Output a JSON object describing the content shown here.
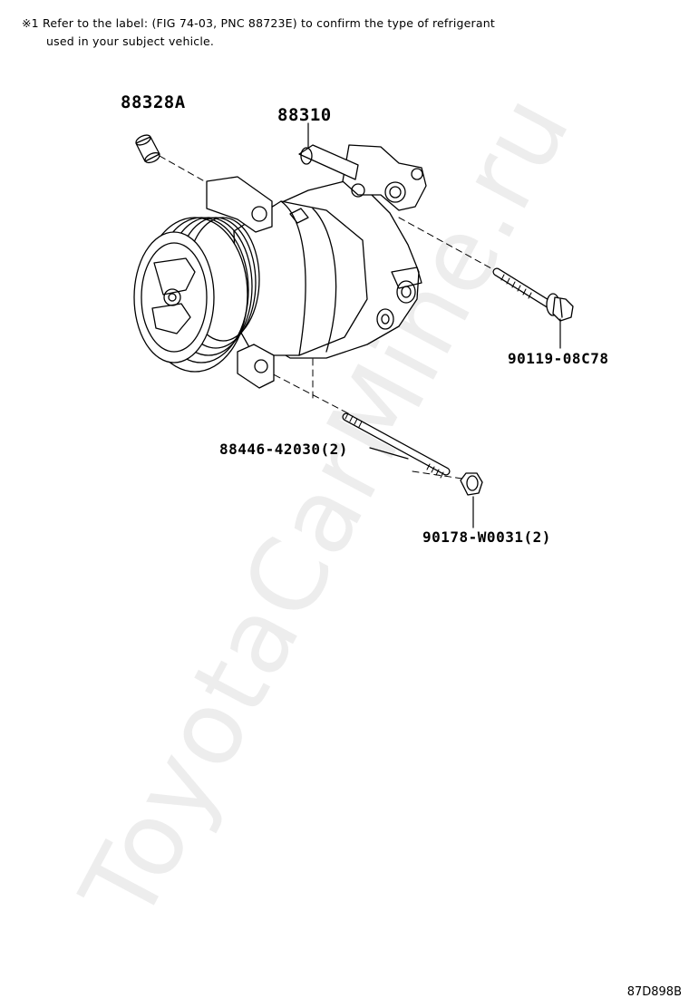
{
  "note": {
    "line1": "※1 Refer to the label: (FIG 74-03, PNC 88723E) to confirm the type of refrigerant",
    "line2": "used in your subject vehicle."
  },
  "parts": {
    "dowel_pin": "88328A",
    "compressor": "88310",
    "bolt": "90119-08C78",
    "stud": "88446-42030(2)",
    "nut": "90178-W0031(2)"
  },
  "watermark": "ToyotaCarMine.ru",
  "figure_code": "87D898B"
}
